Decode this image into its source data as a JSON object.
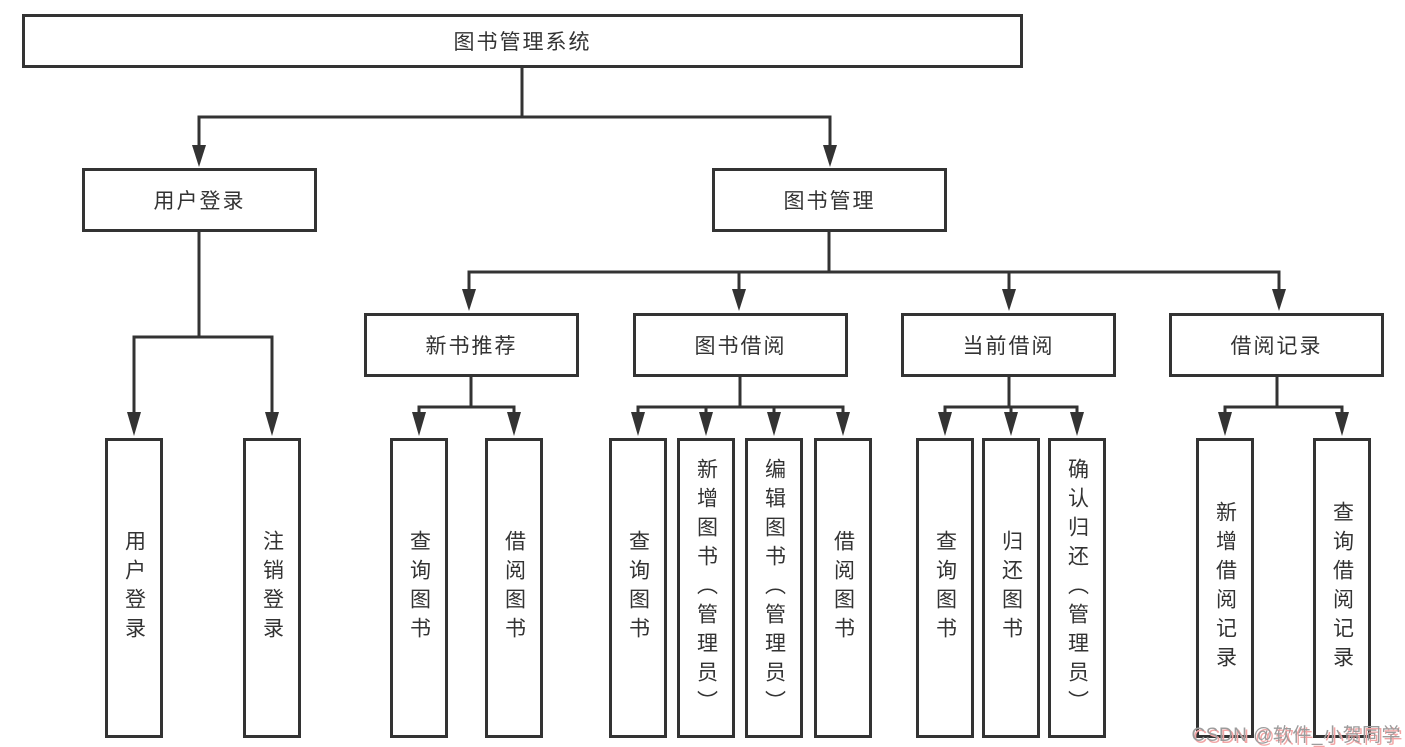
{
  "tree": {
    "root": {
      "label": "图书管理系统"
    },
    "branches": [
      {
        "label": "用户登录",
        "children": [
          {
            "label": "用户登录"
          },
          {
            "label": "注销登录"
          }
        ]
      },
      {
        "label": "图书管理",
        "children": [
          {
            "label": "新书推荐",
            "children": [
              {
                "label": "查询图书"
              },
              {
                "label": "借阅图书"
              }
            ]
          },
          {
            "label": "图书借阅",
            "children": [
              {
                "label": "查询图书"
              },
              {
                "label": "新增图书（管理员）"
              },
              {
                "label": "编辑图书（管理员）"
              },
              {
                "label": "借阅图书"
              }
            ]
          },
          {
            "label": "当前借阅",
            "children": [
              {
                "label": "查询图书"
              },
              {
                "label": "归还图书"
              },
              {
                "label": "确认归还（管理员）"
              }
            ]
          },
          {
            "label": "借阅记录",
            "children": [
              {
                "label": "新增借阅记录"
              },
              {
                "label": "查询借阅记录"
              }
            ]
          }
        ]
      }
    ]
  },
  "watermark": {
    "text": "CSDN @软件_小贺同学"
  },
  "colors": {
    "line": "#333333",
    "box_border": "#333333",
    "box_fill": "#ffffff",
    "text": "#333333",
    "background": "#ffffff",
    "watermark_text": "#9c9c9c",
    "watermark_shadow": "#f2a5a5"
  }
}
